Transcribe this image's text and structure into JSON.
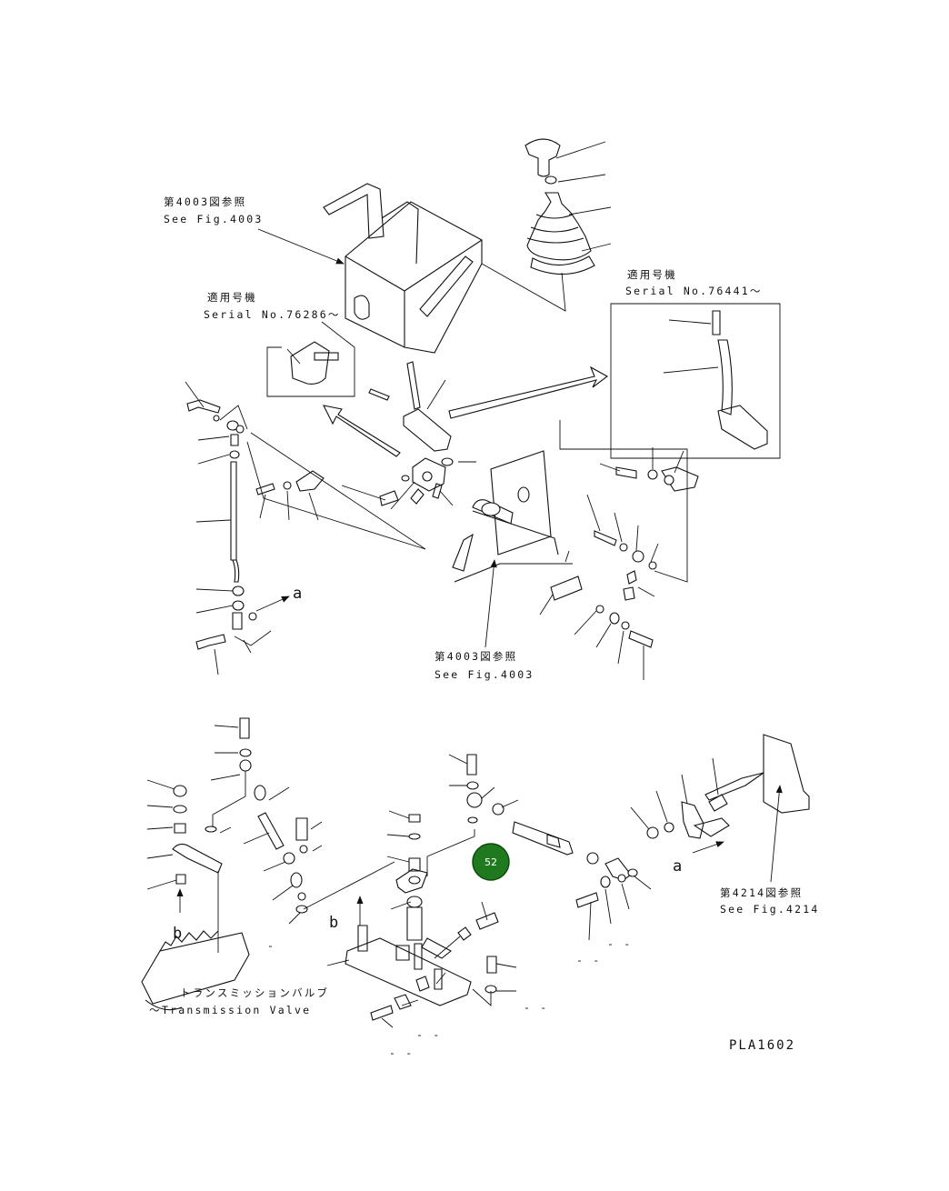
{
  "diagram_code": "PLA1602",
  "callouts": {
    "fig4003_top_jp": "第4003図参照",
    "fig4003_top_en": "See Fig.4003",
    "serial1_jp": "適用号機",
    "serial1_en": "Serial No.76286～",
    "serial2_jp": "適用号機",
    "serial2_en": "Serial No.76441～",
    "fig4003_mid_jp": "第4003図参照",
    "fig4003_mid_en": "See Fig.4003",
    "fig4214_jp": "第4214図参照",
    "fig4214_en": "See Fig.4214",
    "transmission_jp": "トランスミッションバルブ",
    "transmission_en": "Transmission Valve"
  },
  "markers": {
    "a_upper": "a",
    "a_lower": "a",
    "b_left": "b",
    "b_mid": "b"
  },
  "badge": {
    "label": "52",
    "color": "#1f7a1f"
  }
}
